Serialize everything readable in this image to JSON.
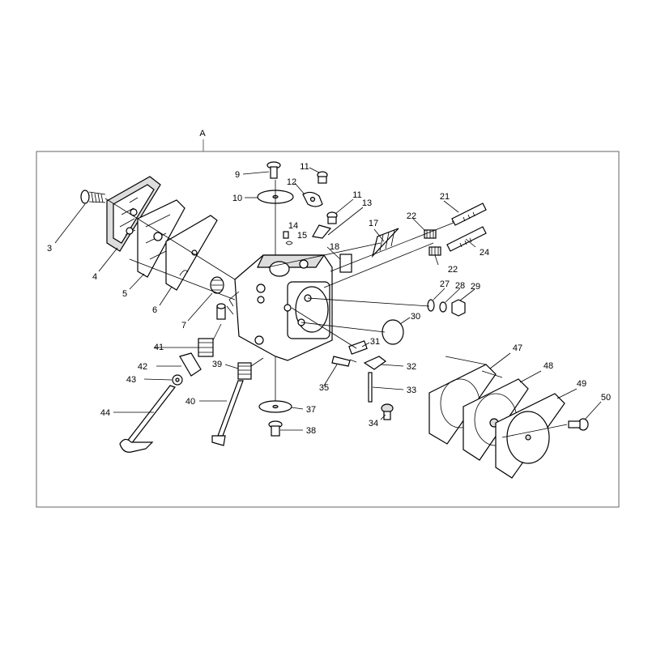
{
  "frame_label": "A",
  "callouts": [
    "3",
    "4",
    "5",
    "6",
    "7",
    "9",
    "10",
    "11",
    "12",
    "11",
    "13",
    "14",
    "15",
    "17",
    "18",
    "21",
    "22",
    "22",
    "24",
    "27",
    "28",
    "29",
    "30",
    "31",
    "32",
    "33",
    "34",
    "35",
    "37",
    "38",
    "39",
    "40",
    "41",
    "42",
    "43",
    "44",
    "47",
    "48",
    "49",
    "50"
  ]
}
